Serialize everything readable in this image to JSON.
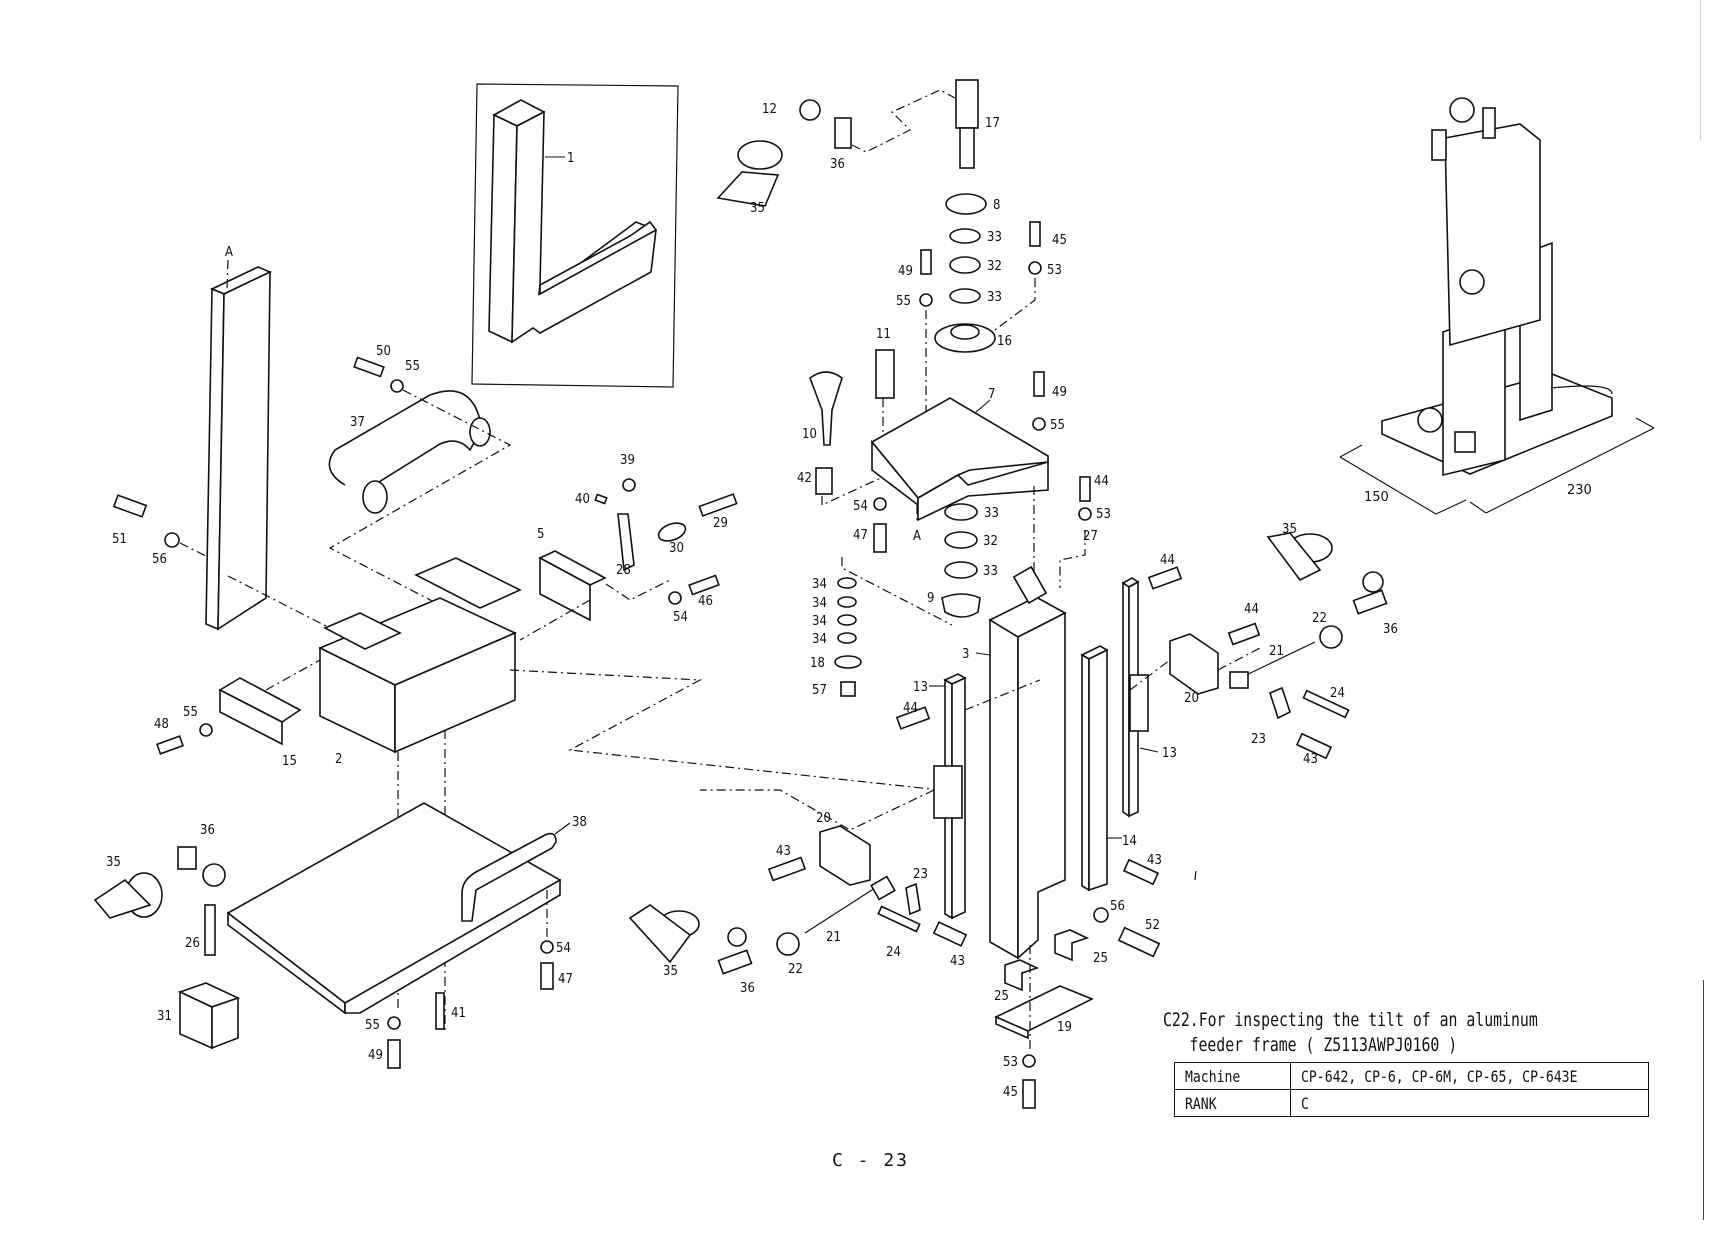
{
  "document": {
    "caption": {
      "line1": "C22.For inspecting the tilt of an aluminum",
      "line2": "feeder frame ( Z5113AWPJ0160 )"
    },
    "spec_table": [
      {
        "key": "Machine",
        "value": "CP-642, CP-6, CP-6M, CP-65, CP-643E"
      },
      {
        "key": "RANK",
        "value": "C"
      }
    ],
    "page_number": "C - 23"
  },
  "assembled_view": {
    "dimensions": {
      "width": "150",
      "depth": "230"
    }
  },
  "callouts": {
    "c1": "1",
    "c2": "2",
    "c3": "3",
    "c5": "5",
    "c7": "7",
    "c8": "8",
    "c9": "9",
    "c10": "10",
    "c11": "11",
    "c12": "12",
    "c13a": "13",
    "c13b": "13",
    "c14": "14",
    "c15": "15",
    "c16": "16",
    "c17": "17",
    "c18": "18",
    "c19": "19",
    "c20a": "20",
    "c20b": "20",
    "c21a": "21",
    "c21b": "21",
    "c22a": "22",
    "c22b": "22",
    "c23a": "23",
    "c23b": "23",
    "c24a": "24",
    "c24b": "24",
    "c25a": "25",
    "c25b": "25",
    "c26": "26",
    "c27": "27",
    "c28": "28",
    "c29": "29",
    "c30": "30",
    "c31": "31",
    "c32a": "32",
    "c32b": "32",
    "c33a": "33",
    "c33b": "33",
    "c33c": "33",
    "c33d": "33",
    "c34a": "34",
    "c34b": "34",
    "c34c": "34",
    "c34d": "34",
    "c35a": "35",
    "c35b": "35",
    "c35c": "35",
    "c35d": "35",
    "c36a": "36",
    "c36b": "36",
    "c36c": "36",
    "c36d": "36",
    "c37": "37",
    "c38": "38",
    "c39": "39",
    "c40": "40",
    "c41": "41",
    "c42": "42",
    "c43a": "43",
    "c43b": "43",
    "c43c": "43",
    "c43d": "43",
    "c43e": "43",
    "c44a": "44",
    "c44b": "44",
    "c44c": "44",
    "c44d": "44",
    "c45a": "45",
    "c45b": "45",
    "c46": "46",
    "c47a": "47",
    "c47b": "47",
    "c48": "48",
    "c49a": "49",
    "c49b": "49",
    "c49c": "49",
    "c50": "50",
    "c51": "51",
    "c52": "52",
    "c53a": "53",
    "c53b": "53",
    "c53c": "53",
    "c54a": "54",
    "c54b": "54",
    "c54c": "54",
    "c55a": "55",
    "c55b": "55",
    "c55c": "55",
    "c55d": "55",
    "c55e": "55",
    "c56a": "56",
    "c56b": "56",
    "c57": "57",
    "refA1": "A",
    "refA2": "A"
  }
}
